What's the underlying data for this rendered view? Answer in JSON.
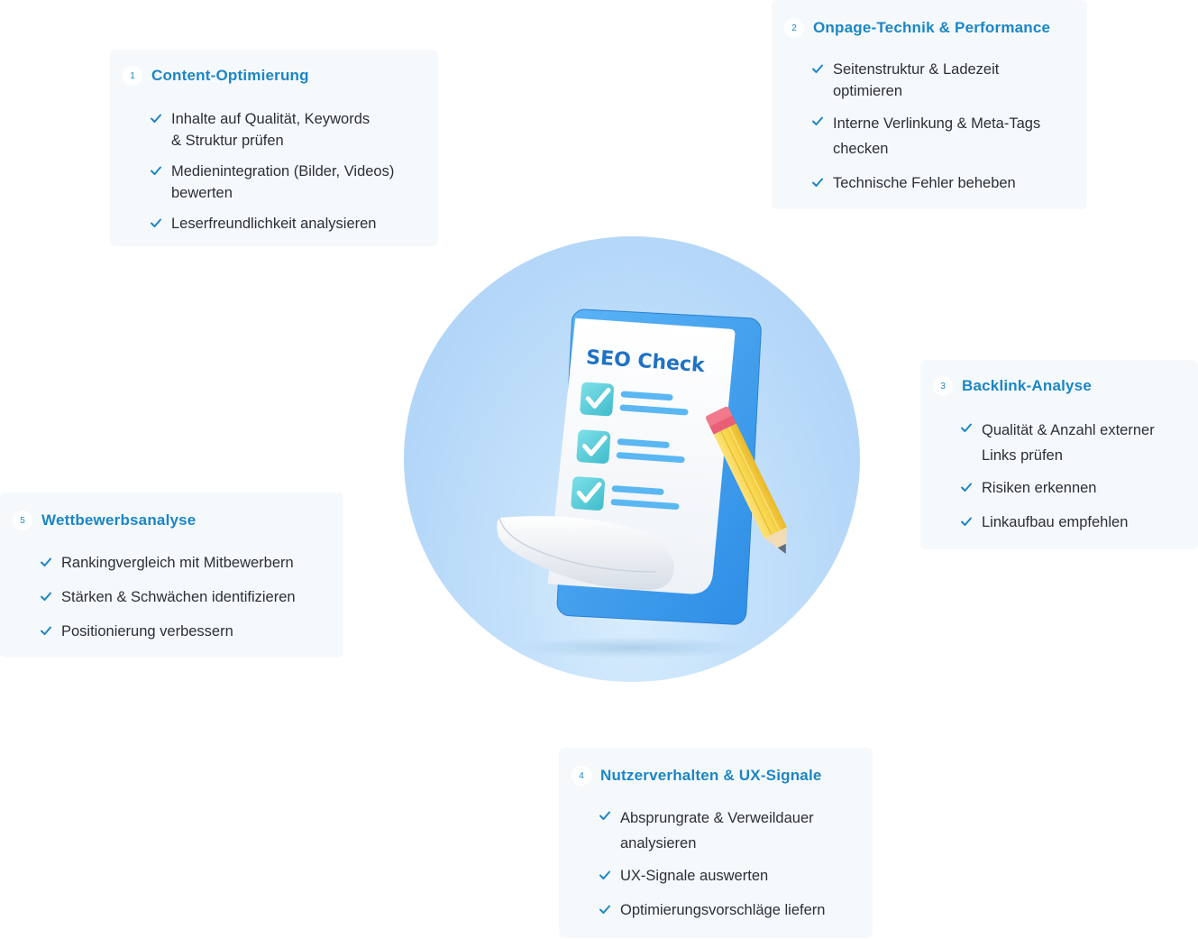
{
  "illustration": {
    "label": "SEO Check"
  },
  "colors": {
    "accent": "#1a86c6",
    "card_bg": "#f6f9fc",
    "circle": "#b3d6f8",
    "clipboard": "#3f9eee",
    "check_tile": "#5bd0dc",
    "pencil": "#f7d54a",
    "eraser": "#f07a8c"
  },
  "steps": [
    {
      "number": "1",
      "title": "Content-Optimierung",
      "items": [
        {
          "lines": [
            "Inhalte auf Qualität, Keywords",
            "& Struktur prüfen"
          ]
        },
        {
          "lines": [
            "Medienintegration (Bilder, Videos)",
            "bewerten"
          ]
        },
        {
          "lines": [
            "Leserfreundlichkeit analysieren"
          ]
        }
      ]
    },
    {
      "number": "2",
      "title": "Onpage-Technik & Performance",
      "items": [
        {
          "lines": [
            "Seitenstruktur & Ladezeit",
            "optimieren"
          ]
        },
        {
          "lines": [
            "Interne Verlinkung & Meta-Tags",
            "checken"
          ]
        },
        {
          "lines": [
            "Technische Fehler beheben"
          ]
        }
      ]
    },
    {
      "number": "3",
      "title": "Backlink-Analyse",
      "items": [
        {
          "lines": [
            "Qualität & Anzahl externer",
            "Links prüfen"
          ]
        },
        {
          "lines": [
            "Risiken erkennen"
          ]
        },
        {
          "lines": [
            "Linkaufbau empfehlen"
          ]
        }
      ]
    },
    {
      "number": "4",
      "title": "Nutzerverhalten & UX-Signale",
      "items": [
        {
          "lines": [
            "Absprungrate & Verweildauer",
            "analysieren"
          ]
        },
        {
          "lines": [
            "UX-Signale auswerten"
          ]
        },
        {
          "lines": [
            "Optimierungsvorschläge liefern"
          ]
        }
      ]
    },
    {
      "number": "5",
      "title": "Wettbewerbsanalyse",
      "items": [
        {
          "lines": [
            "Rankingvergleich mit Mitbewerbern"
          ]
        },
        {
          "lines": [
            "Stärken & Schwächen identifizieren"
          ]
        },
        {
          "lines": [
            "Positionierung verbessern"
          ]
        }
      ]
    }
  ]
}
